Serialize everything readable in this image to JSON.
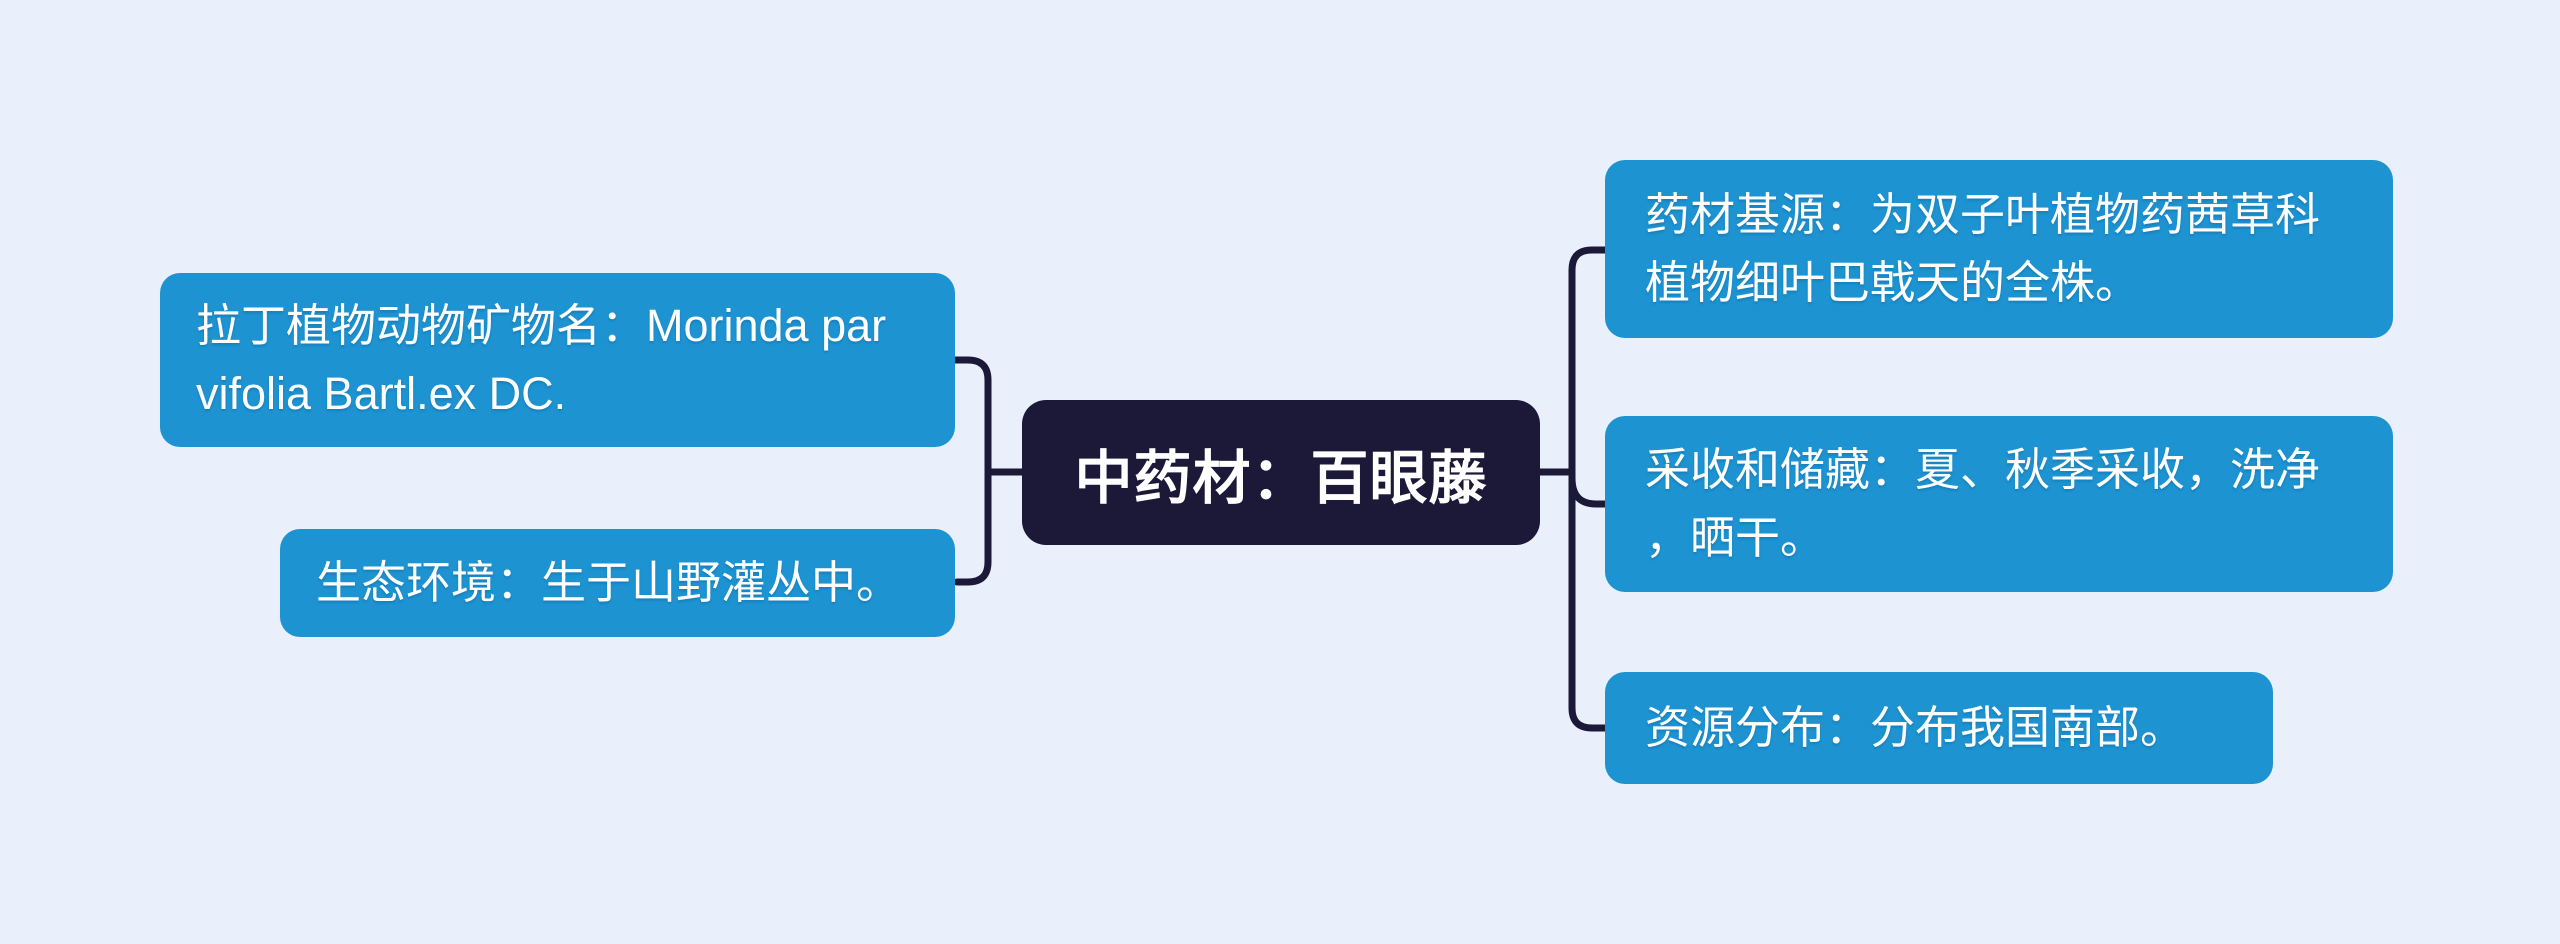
{
  "diagram": {
    "type": "mindmap",
    "center": {
      "label": "中药材：百眼藤"
    },
    "left_branches": [
      {
        "id": "latin-name",
        "label": "拉丁植物动物矿物名：Morinda parvifolia Bartl.ex DC."
      },
      {
        "id": "ecology",
        "label": "生态环境：生于山野灌丛中。"
      }
    ],
    "right_branches": [
      {
        "id": "source",
        "label": "药材基源：为双子叶植物药茜草科植物细叶巴戟天的全株。"
      },
      {
        "id": "harvest",
        "label": "采收和储藏：夏、秋季采收，洗净，晒干。"
      },
      {
        "id": "distribution",
        "label": "资源分布：分布我国南部。"
      }
    ],
    "colors": {
      "background": "#e9f0fb",
      "branch_fill": "#1d93d2",
      "center_fill": "#1b1838",
      "connector": "#1b1838",
      "text": "#ffffff"
    }
  }
}
